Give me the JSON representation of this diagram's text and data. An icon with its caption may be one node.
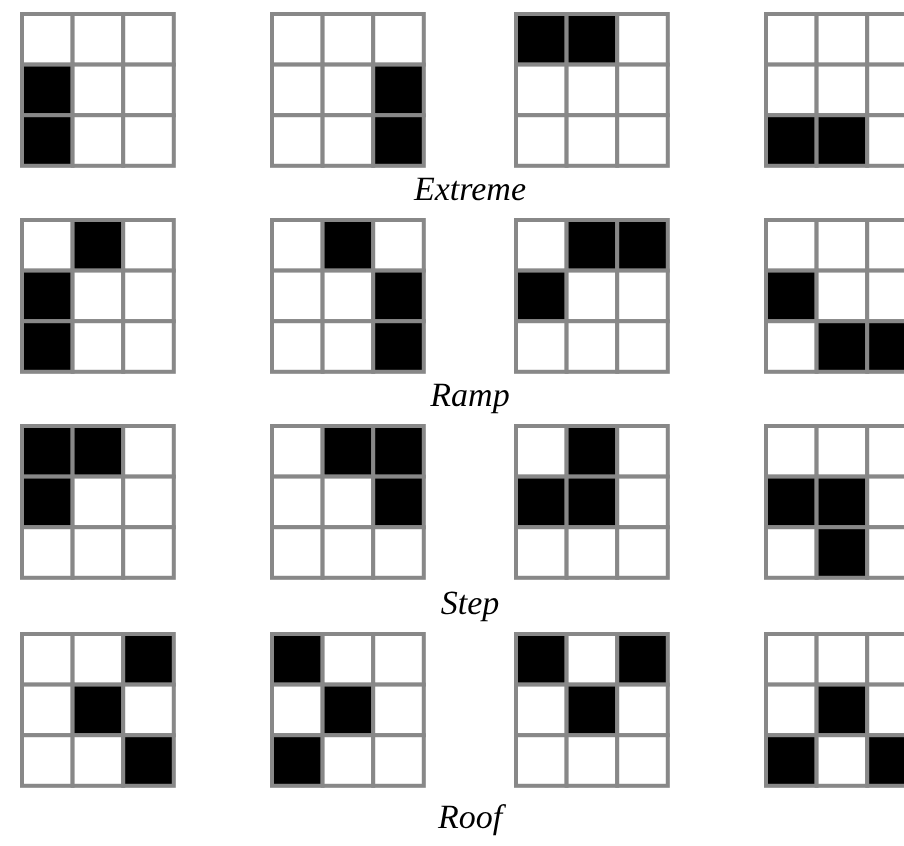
{
  "diagram": {
    "labels": [
      "Extreme",
      "Ramp",
      "Step",
      "Roof"
    ]
  }
}
